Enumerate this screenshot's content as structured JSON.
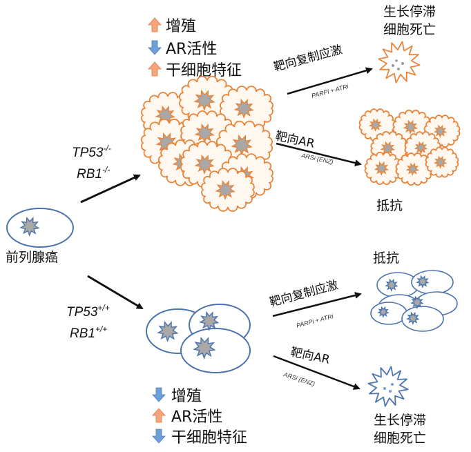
{
  "colors": {
    "orange_outline": "#e8843a",
    "orange_fill": "#fff8f0",
    "blue_outline": "#4b73ad",
    "blue_fill": "#ffffff",
    "nucleus_fill": "#a8a8a8",
    "arrow_up": "#f4a57a",
    "arrow_down": "#6e9fd6",
    "arrow_line": "#111111"
  },
  "origin": {
    "label": "前列腺癌"
  },
  "top_branch": {
    "genotype_line1": "TP53",
    "genotype_line1_sup": "-/-",
    "genotype_line2": "RB1",
    "genotype_line2_sup": "-/-",
    "features": [
      {
        "direction": "up",
        "icon": "arrow-up-icon",
        "label": "增殖"
      },
      {
        "direction": "down",
        "icon": "arrow-down-icon",
        "label": "AR活性"
      },
      {
        "direction": "up",
        "icon": "arrow-up-icon",
        "label": "干细胞特征"
      }
    ],
    "therapy1": {
      "label": "靶向复制应激",
      "drug": "PARPi + ATRi",
      "outcome_line1": "生长停滞",
      "outcome_line2": "细胞死亡"
    },
    "therapy2": {
      "label": "靶向AR",
      "drug": "ARSi (ENZ)",
      "outcome": "抵抗"
    }
  },
  "bottom_branch": {
    "genotype_line1": "TP53",
    "genotype_line1_sup": "+/+",
    "genotype_line2": "RB1",
    "genotype_line2_sup": "+/+",
    "features": [
      {
        "direction": "down",
        "icon": "arrow-down-icon",
        "label": "增殖"
      },
      {
        "direction": "up",
        "icon": "arrow-up-icon",
        "label": "AR活性"
      },
      {
        "direction": "down",
        "icon": "arrow-down-icon",
        "label": "干细胞特征"
      }
    ],
    "therapy1": {
      "label": "靶向复制应激",
      "drug": "PARPi + ATRi",
      "outcome": "抵抗"
    },
    "therapy2": {
      "label": "靶向AR",
      "drug": "ARSi (ENZ)",
      "outcome_line1": "生长停滞",
      "outcome_line2": "细胞死亡"
    }
  }
}
